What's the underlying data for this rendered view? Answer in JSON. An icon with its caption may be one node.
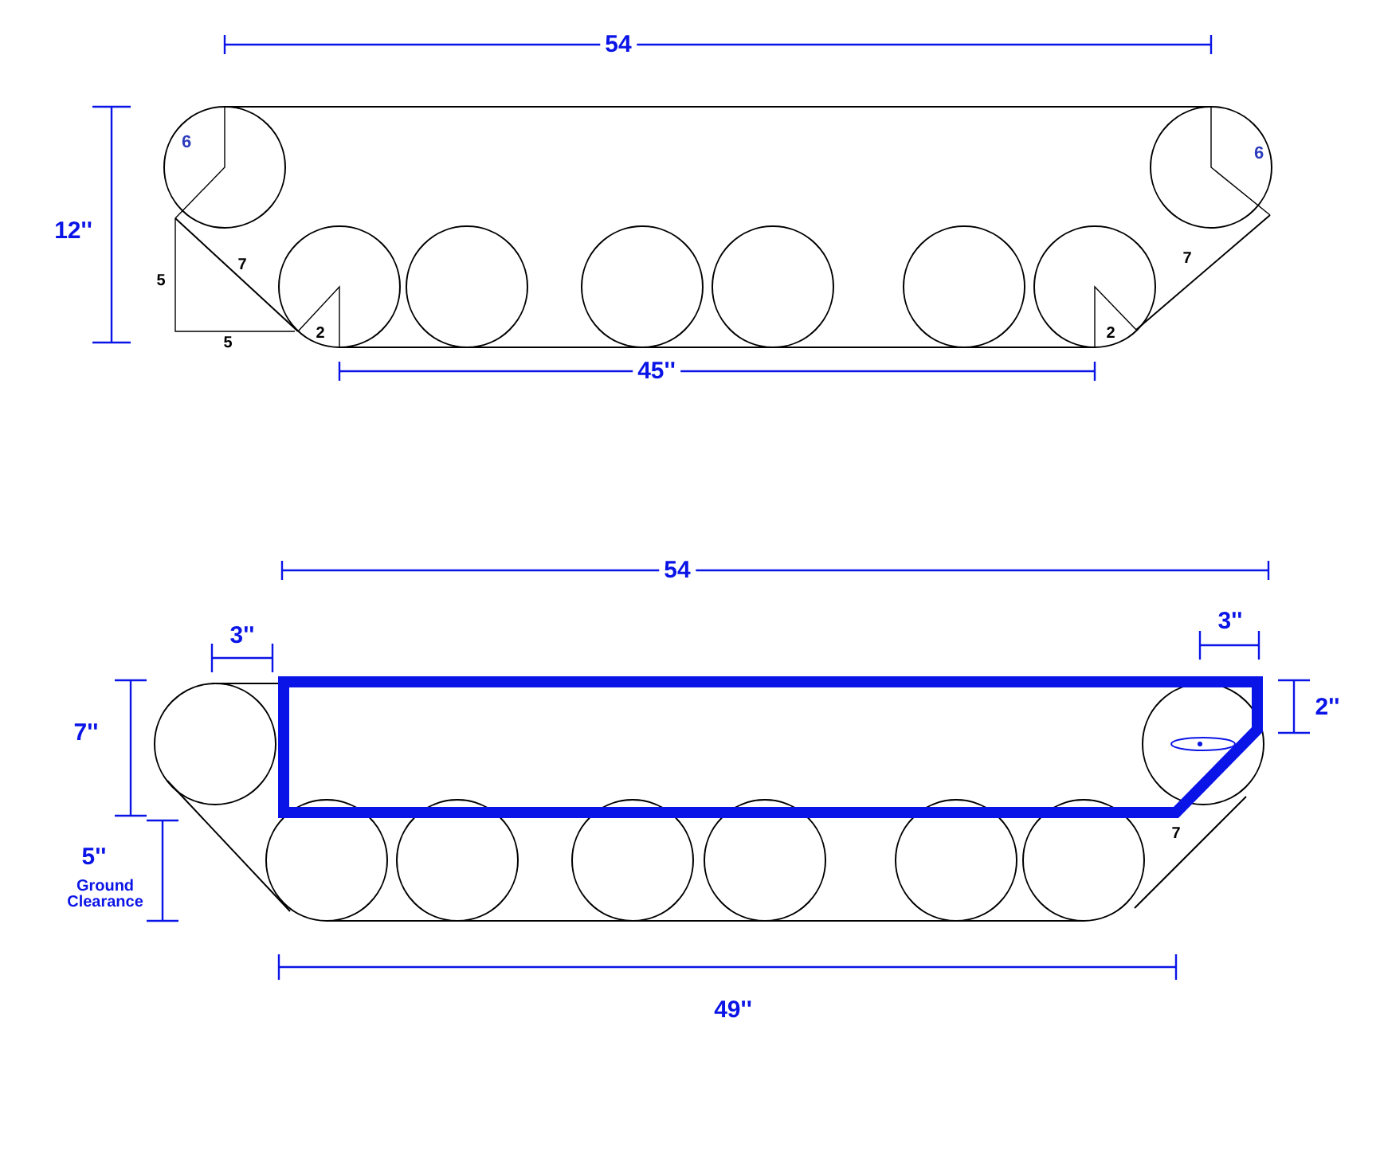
{
  "diagram": {
    "labels": [
      "54",
      "12''",
      "6",
      "6",
      "7",
      "5",
      "7",
      "5",
      "2",
      "2",
      "45''",
      "54",
      "3''",
      "3''",
      "7''",
      "2''",
      "5''",
      "Ground Clearance",
      "7",
      "49''"
    ]
  }
}
